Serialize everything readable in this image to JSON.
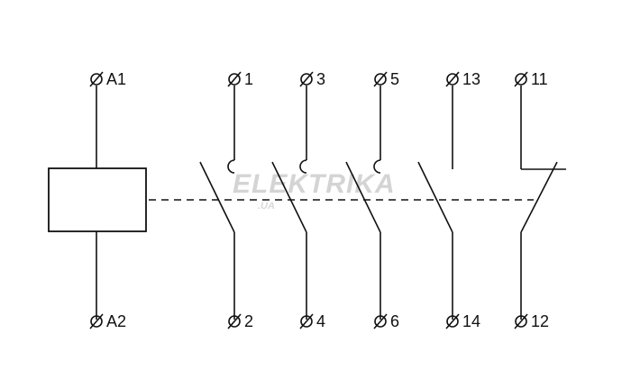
{
  "diagram": {
    "watermark": {
      "main": "ELEKTRIKA",
      "sub": ".UA"
    },
    "terminals": {
      "a1": "A1",
      "a2": "A2",
      "t1": "1",
      "t2": "2",
      "t3": "3",
      "t4": "4",
      "t5": "5",
      "t6": "6",
      "t11": "11",
      "t12": "12",
      "t13": "13",
      "t14": "14"
    },
    "terminal_symbol": "⌀",
    "colors": {
      "line": "#111111",
      "watermark": "#d4d4d4",
      "background": "#ffffff"
    }
  }
}
